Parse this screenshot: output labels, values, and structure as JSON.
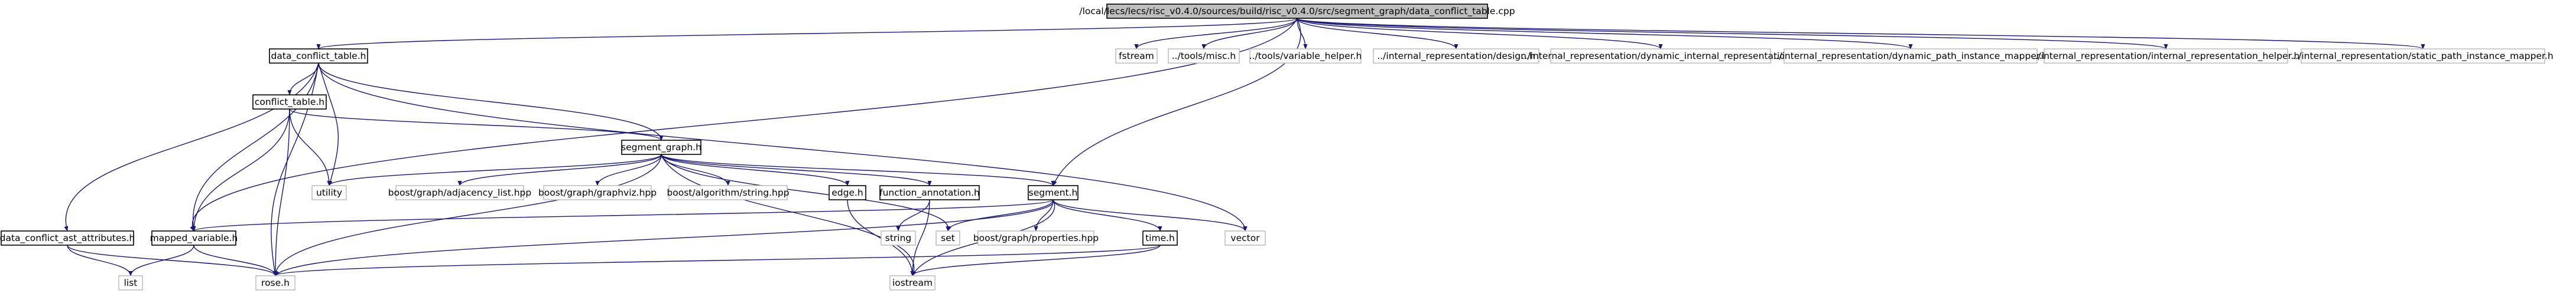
{
  "graph": {
    "colors": {
      "background": "#ffffff",
      "edge": "#191970",
      "root_fill": "#bfbfbf",
      "root_stroke": "#000000",
      "documented_fill": "#ffffff",
      "documented_stroke": "#000000",
      "external_fill": "#ffffff",
      "external_stroke": "#bfbfbf",
      "text": "#000000"
    },
    "nodes": {
      "root": "/local/lecs/lecs/risc_v0.4.0/sources/build/risc_v0.4.0/src/segment_graph/data_conflict_table.cpp",
      "data_conflict_table_h": "data_conflict_table.h",
      "fstream": "fstream",
      "tools_misc": "../tools/misc.h",
      "tools_variable_helper": "../tools/variable_helper.h",
      "ir_design": "../internal_representation/design.h",
      "ir_dynamic_internal": "../internal_representation/dynamic_internal_representation.h",
      "ir_dynamic_path_instance_mapper": "../internal_representation/dynamic_path_instance_mapper.h",
      "ir_internal_helper": "../internal_representation/internal_representation_helper.h",
      "ir_static_path_instance_mapper": "../internal_representation/static_path_instance_mapper.h",
      "conflict_table_h": "conflict_table.h",
      "segment_graph_h": "segment_graph.h",
      "utility": "utility",
      "boost_adjacency_list": "boost/graph/adjacency_list.hpp",
      "boost_graphviz": "boost/graph/graphviz.hpp",
      "boost_string": "boost/algorithm/string.hpp",
      "edge_h": "edge.h",
      "function_annotation_h": "function_annotation.h",
      "segment_h": "segment.h",
      "vector": "vector",
      "data_conflict_ast_attributes_h": "data_conflict_ast_attributes.h",
      "mapped_variable_h": "mapped_variable.h",
      "string": "string",
      "set": "set",
      "boost_properties": "boost/graph/properties.hpp",
      "time_h": "time.h",
      "list": "list",
      "rose_h": "rose.h",
      "iostream": "iostream"
    }
  }
}
